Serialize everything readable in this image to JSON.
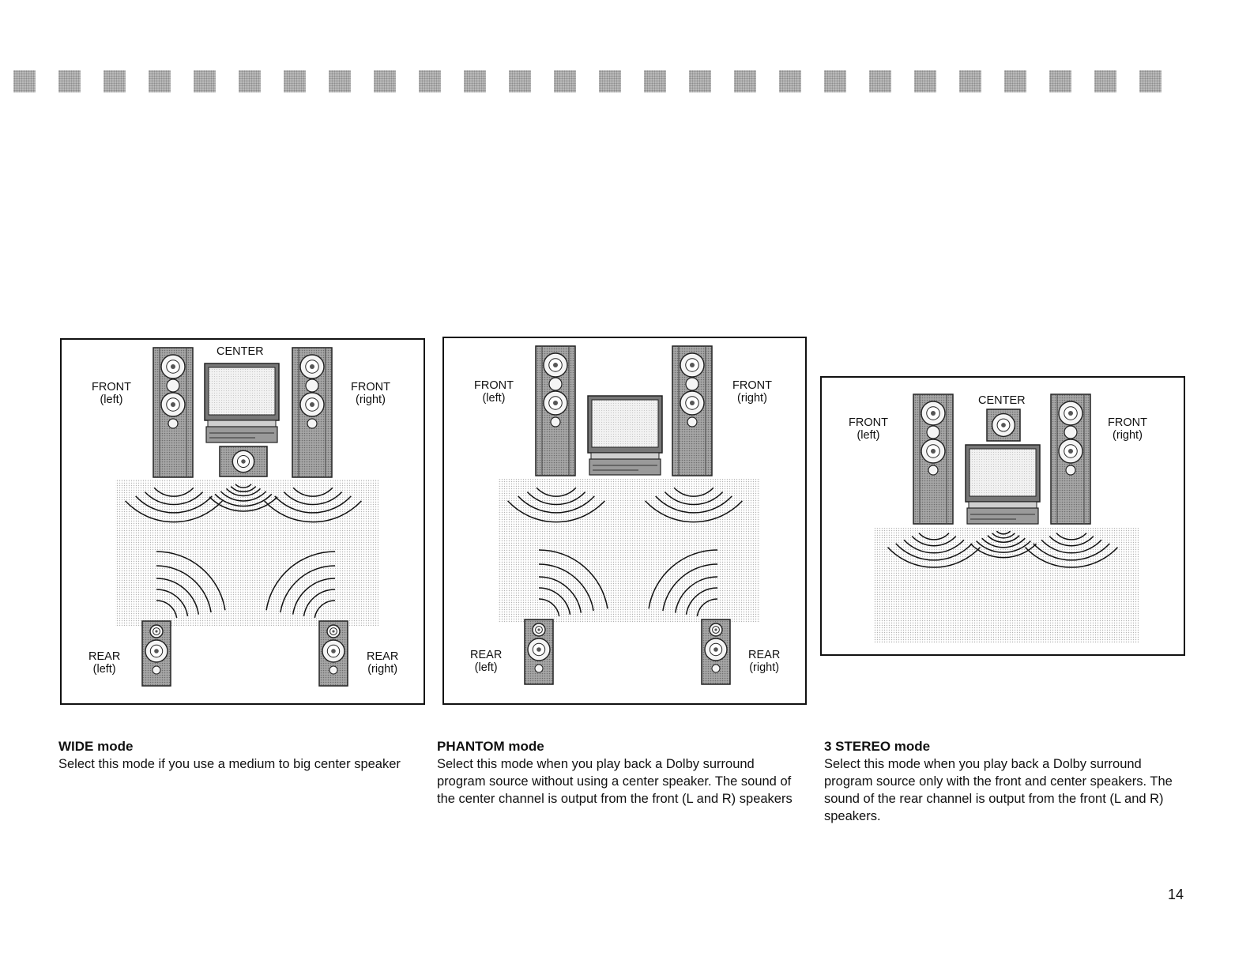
{
  "page_number": "14",
  "diagrams": {
    "wide": {
      "center": "CENTER",
      "front_left": [
        "FRONT",
        "(left)"
      ],
      "front_right": [
        "FRONT",
        "(right)"
      ],
      "rear_left": [
        "REAR",
        "(left)"
      ],
      "rear_right": [
        "REAR",
        "(right)"
      ]
    },
    "phantom": {
      "front_left": [
        "FRONT",
        "(left)"
      ],
      "front_right": [
        "FRONT",
        "(right)"
      ],
      "rear_left": [
        "REAR",
        "(left)"
      ],
      "rear_right": [
        "REAR",
        "(right)"
      ]
    },
    "stereo": {
      "center": "CENTER",
      "front_left": [
        "FRONT",
        "(left)"
      ],
      "front_right": [
        "FRONT",
        "(right)"
      ]
    }
  },
  "captions": {
    "wide": {
      "title": "WIDE mode",
      "text": "Select this mode if you use a medium to big center speaker"
    },
    "phantom": {
      "title": "PHANTOM mode",
      "text": "Select this mode when you play back a Dolby surround program source without using a center speaker.  The sound of the center channel is output from the front (L and R) speakers"
    },
    "stereo": {
      "title": "3 STEREO mode",
      "text": "Select this mode when you play back a Dolby surround program source only with the front and center speakers. The sound of the rear channel is output from the front (L and R) speakers."
    }
  }
}
